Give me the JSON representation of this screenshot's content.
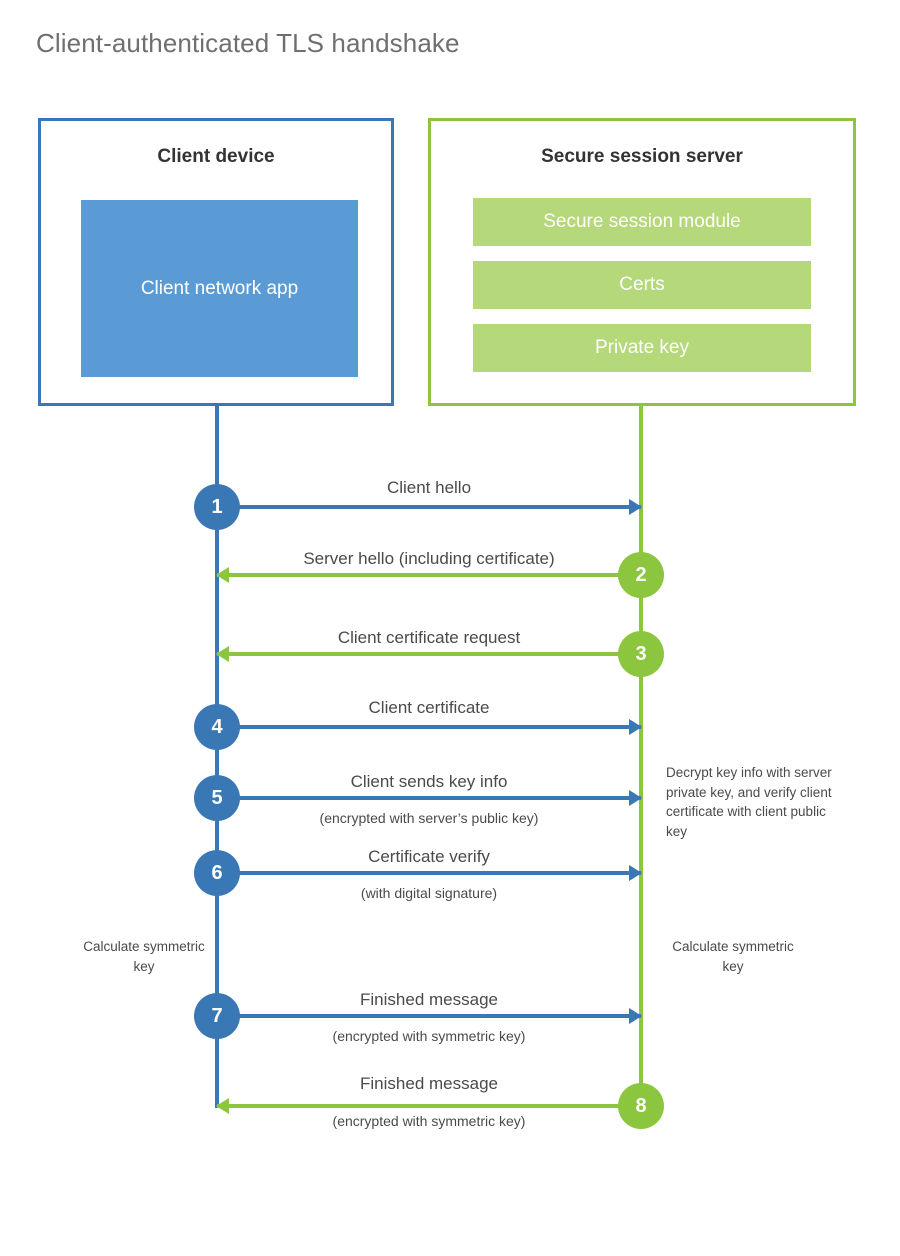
{
  "title": "Client-authenticated TLS handshake",
  "colors": {
    "client_blue": "#3a78b5",
    "client_app_fill": "#5b9bd5",
    "server_green": "#8cc63e",
    "server_module_fill": "#b5d87a",
    "text": "#4a4a4a",
    "title_text": "#6f6f6f",
    "background": "#ffffff"
  },
  "client": {
    "title": "Client device",
    "app_label": "Client network app"
  },
  "server": {
    "title": "Secure session server",
    "modules": [
      {
        "label": "Secure session module"
      },
      {
        "label": "Certs"
      },
      {
        "label": "Private key"
      }
    ]
  },
  "notes": {
    "server_decrypt": "Decrypt key info with server private key, and verify client certificate with client public key",
    "client_calculate": "Calculate symmetric key",
    "server_calculate": "Calculate symmetric key"
  },
  "steps": [
    {
      "number": "1",
      "label": "Client hello",
      "sublabel": "",
      "direction": "client-to-server",
      "color": "#3a78b5"
    },
    {
      "number": "2",
      "label": "Server hello (including certificate)",
      "sublabel": "",
      "direction": "server-to-client",
      "color": "#8cc63e"
    },
    {
      "number": "3",
      "label": "Client certificate request",
      "sublabel": "",
      "direction": "server-to-client",
      "color": "#8cc63e"
    },
    {
      "number": "4",
      "label": "Client certificate",
      "sublabel": "",
      "direction": "client-to-server",
      "color": "#3a78b5"
    },
    {
      "number": "5",
      "label": "Client sends key info",
      "sublabel": "(encrypted with server’s public key)",
      "direction": "client-to-server",
      "color": "#3a78b5"
    },
    {
      "number": "6",
      "label": "Certificate verify",
      "sublabel": "(with digital signature)",
      "direction": "client-to-server",
      "color": "#3a78b5"
    },
    {
      "number": "7",
      "label": "Finished message",
      "sublabel": "(encrypted with symmetric key)",
      "direction": "client-to-server",
      "color": "#3a78b5"
    },
    {
      "number": "8",
      "label": "Finished message",
      "sublabel": "(encrypted with symmetric key)",
      "direction": "server-to-client",
      "color": "#8cc63e"
    }
  ]
}
